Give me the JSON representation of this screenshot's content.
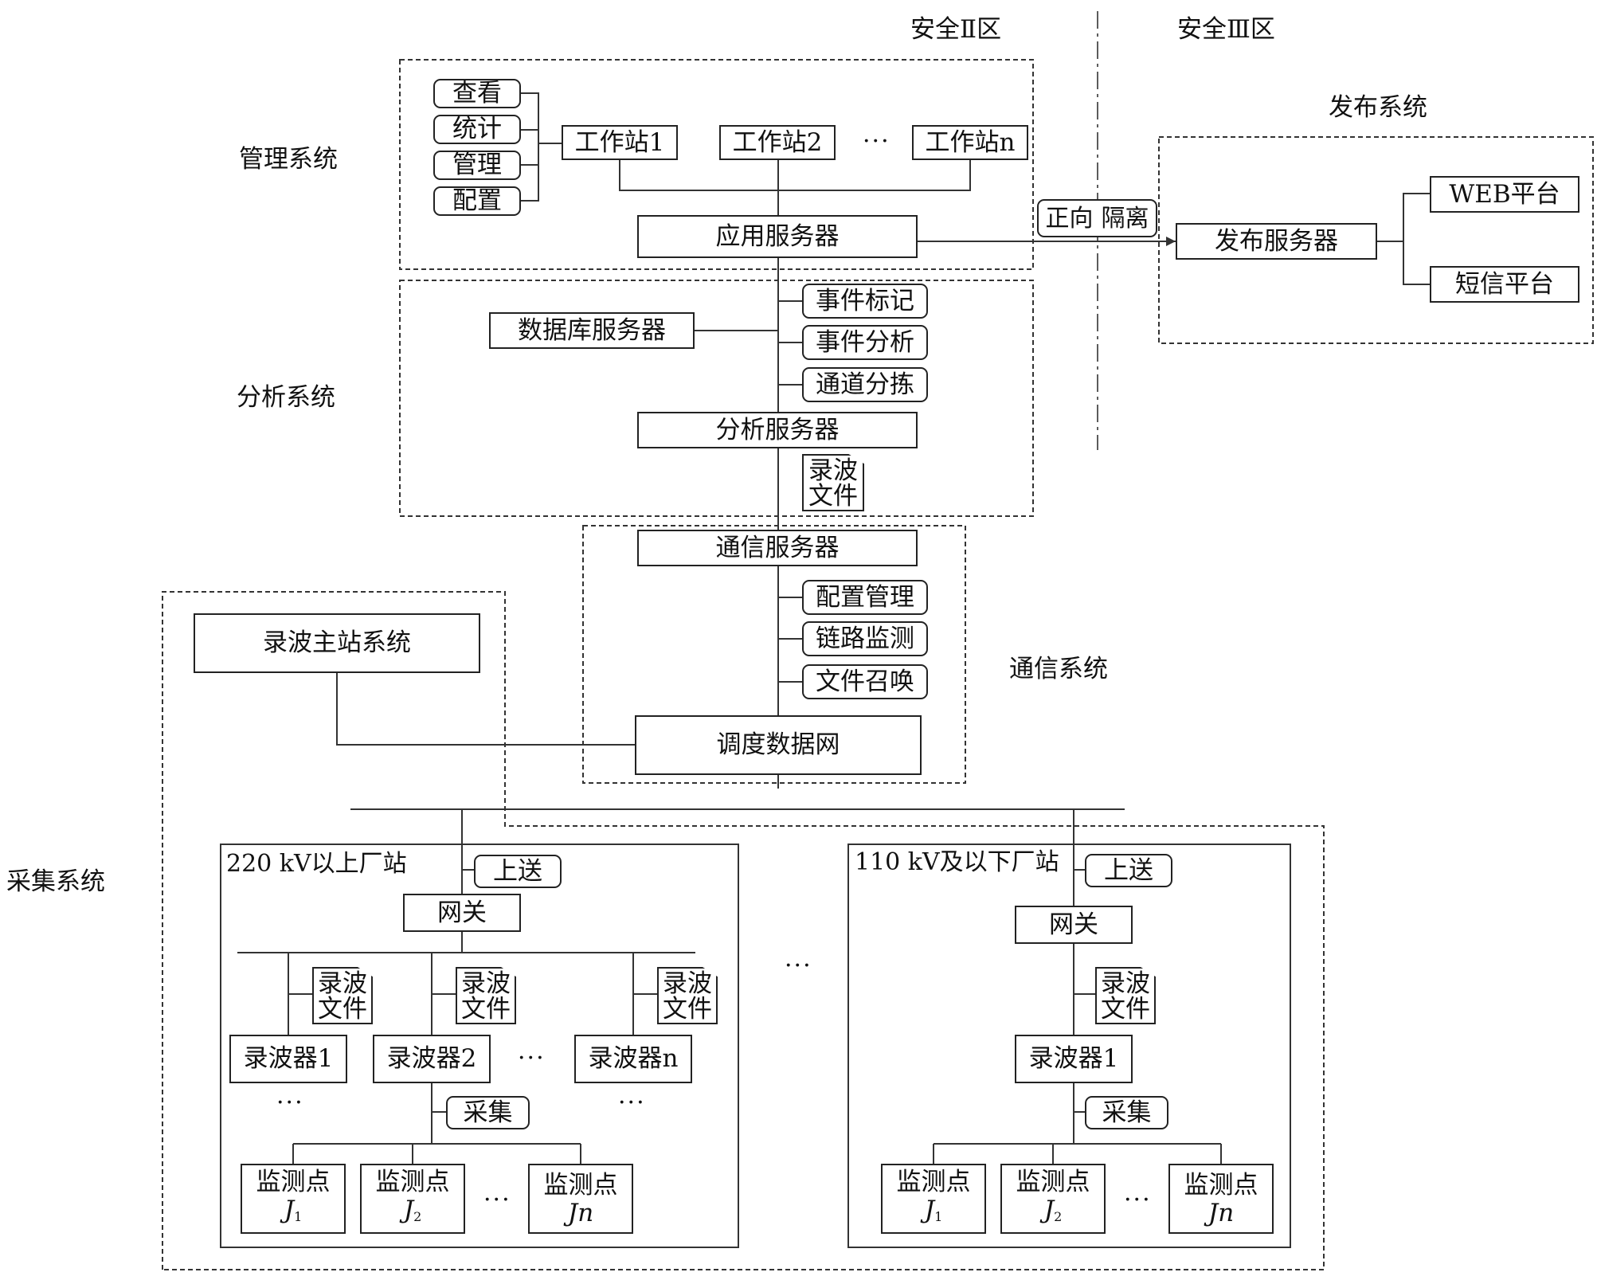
{
  "zones": {
    "zone2": "安全Ⅱ区",
    "zone3": "安全Ⅲ区"
  },
  "systems": {
    "management": "管理系统",
    "analysis": "分析系统",
    "communication": "通信系统",
    "collection": "采集系统",
    "publish": "发布系统"
  },
  "management": {
    "functions": [
      "查看",
      "统计",
      "管理",
      "配置"
    ],
    "workstations": [
      "工作站1",
      "工作站2",
      "工作站n"
    ],
    "ellipsis": "···",
    "app_server": "应用服务器"
  },
  "isolation": {
    "forward": "正向",
    "isolate": "隔离"
  },
  "publish": {
    "server": "发布服务器",
    "web": "WEB平台",
    "sms": "短信平台"
  },
  "analysis": {
    "db_server": "数据库服务器",
    "functions": [
      "事件标记",
      "事件分析",
      "通道分拣"
    ],
    "server": "分析服务器",
    "file_line1": "录波",
    "file_line2": "文件"
  },
  "communication": {
    "server": "通信服务器",
    "functions": [
      "配置管理",
      "链路监测",
      "文件召唤"
    ],
    "dispatch_net": "调度数据网",
    "master_station": "录波主站系统"
  },
  "collection": {
    "upload": "上送",
    "gateway": "网关",
    "file_line1": "录波",
    "file_line2": "文件",
    "collect": "采集",
    "monitor": "监测点",
    "ellipsis": "···",
    "plant_a": {
      "title": "220 kV以上厂站",
      "recorders": [
        "录波器1",
        "录波器2",
        "录波器n"
      ],
      "points": [
        "J1",
        "J2",
        "Jn"
      ]
    },
    "plant_b": {
      "title": "110 kV及以下厂站",
      "recorder": "录波器1",
      "points": [
        "J1",
        "J2",
        "Jn"
      ]
    }
  }
}
